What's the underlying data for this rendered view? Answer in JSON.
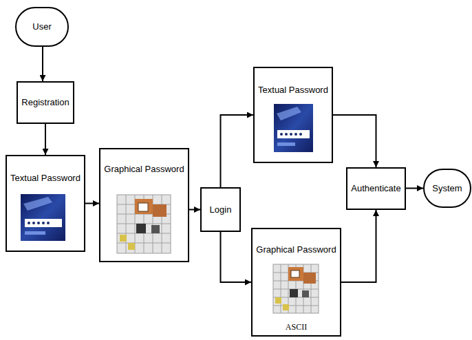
{
  "diagram": {
    "nodes": [
      {
        "text": [
          "User"
        ]
      },
      {
        "text": [
          "Registration"
        ]
      },
      {
        "text": [
          "Textual Password"
        ]
      },
      {
        "text": [
          "Graphical Password"
        ]
      },
      {
        "text": [
          "Login"
        ]
      },
      {
        "text": [
          "Textual Password"
        ]
      },
      {
        "text": [
          "Graphical Password",
          "ASCII"
        ]
      },
      {
        "text": [
          "Authenticate"
        ]
      },
      {
        "text": [
          "System"
        ]
      }
    ],
    "edges": [
      {
        "from": 0,
        "to": 1,
        "arrow": "to"
      },
      {
        "from": 1,
        "to": 2,
        "arrow": "to"
      },
      {
        "from": 2,
        "to": 3,
        "arrow": "to"
      },
      {
        "from": 3,
        "to": 4,
        "arrow": "to"
      },
      {
        "from": 4,
        "to": 5,
        "arrow": "to"
      },
      {
        "from": 4,
        "to": 6,
        "arrow": "to"
      },
      {
        "from": 5,
        "to": 7,
        "arrow": "to"
      },
      {
        "from": 6,
        "to": 7,
        "arrow": "to"
      },
      {
        "from": 7,
        "to": 8,
        "arrow": "to"
      }
    ]
  }
}
